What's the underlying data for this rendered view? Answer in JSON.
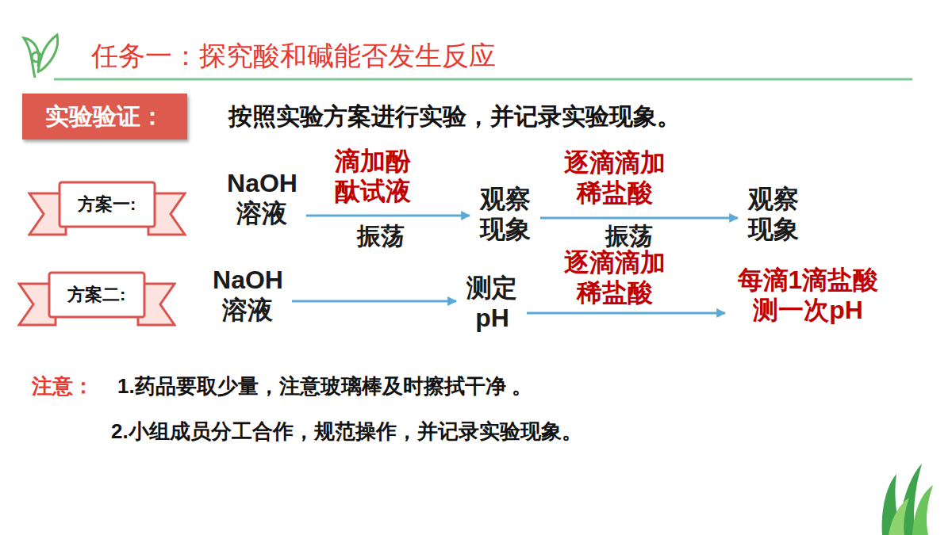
{
  "diagram": {
    "title": "任务一：探究酸和碱能否发生反应",
    "nodes": [
      {
        "text": [
          "实验验证："
        ]
      },
      {
        "text": [
          "方案一:"
        ]
      },
      {
        "text": [
          "NaOH 溶液"
        ]
      },
      {
        "text": [
          "观察 现象"
        ]
      },
      {
        "text": [
          "观察 现象"
        ]
      },
      {
        "text": [
          "方案二:"
        ]
      },
      {
        "text": [
          "NaOH 溶液"
        ]
      },
      {
        "text": [
          "测定 pH"
        ]
      },
      {
        "text": [
          "每滴1滴盐酸 测一次pH"
        ]
      }
    ],
    "edges": [
      {
        "from": 2,
        "to": 3,
        "arrow": "to",
        "label": "滴加酚 酞试液"
      },
      {
        "from": 3,
        "to": 4,
        "arrow": "to",
        "label": "逐滴滴加 稀盐酸"
      },
      {
        "from": 6,
        "to": 7,
        "arrow": "to"
      },
      {
        "from": 7,
        "to": 8,
        "arrow": "to",
        "label": "逐滴滴加 稀盐酸"
      }
    ],
    "labels": [
      "按照实验方案进行实验，并记录实验现象。",
      "振荡",
      "振荡",
      "注意：",
      "1.药品要取少量，注意玻璃棒及时擦拭干净 。",
      "2.小组成员分工合作，规范操作，并记录实验现象。"
    ]
  }
}
